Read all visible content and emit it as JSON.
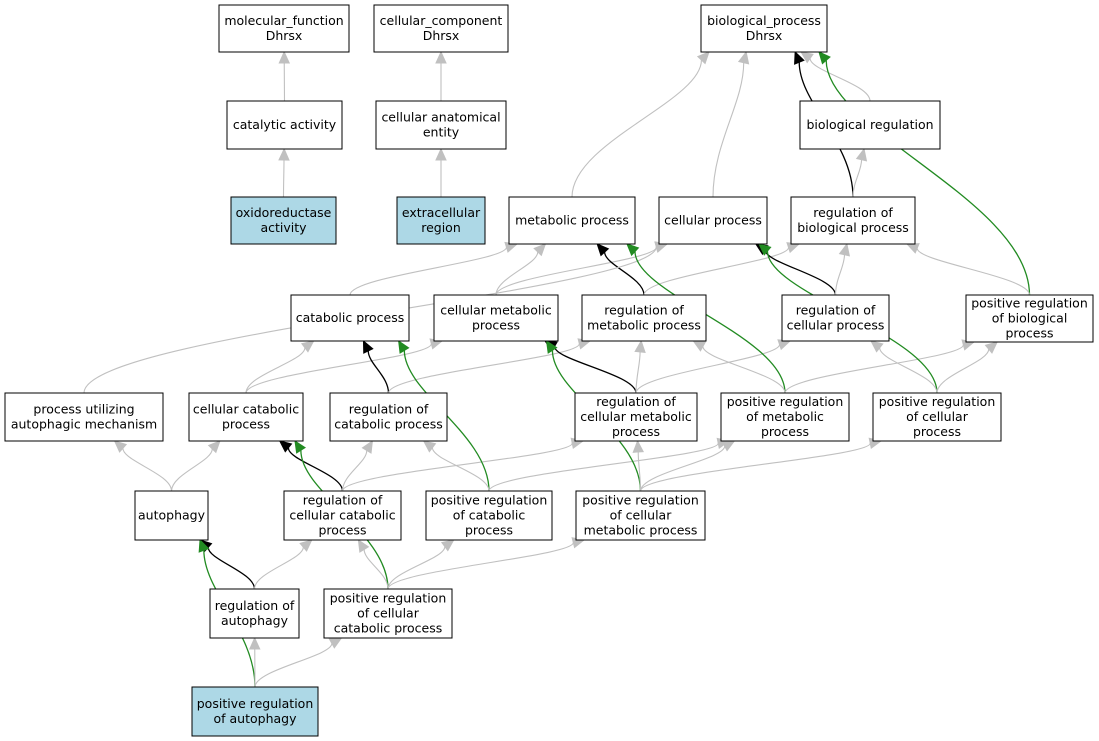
{
  "colors": {
    "default_fill": "#ffffff",
    "highlight_fill": "#add8e6",
    "edge_gray": "#c0c0c0",
    "edge_black": "#000000",
    "edge_green": "#228b22"
  },
  "nodes": [
    {
      "id": "mf",
      "lines": [
        "molecular_function",
        "Dhrsx"
      ],
      "highlight": false
    },
    {
      "id": "cc",
      "lines": [
        "cellular_component",
        "Dhrsx"
      ],
      "highlight": false
    },
    {
      "id": "bp",
      "lines": [
        "biological_process",
        "Dhrsx"
      ],
      "highlight": false
    },
    {
      "id": "cat",
      "lines": [
        "catalytic activity"
      ],
      "highlight": false
    },
    {
      "id": "cae",
      "lines": [
        "cellular anatomical",
        "entity"
      ],
      "highlight": false
    },
    {
      "id": "br",
      "lines": [
        "biological regulation"
      ],
      "highlight": false
    },
    {
      "id": "oxr",
      "lines": [
        "oxidoreductase",
        "activity"
      ],
      "highlight": true
    },
    {
      "id": "exr",
      "lines": [
        "extracellular",
        "region"
      ],
      "highlight": true
    },
    {
      "id": "mp",
      "lines": [
        "metabolic process"
      ],
      "highlight": false
    },
    {
      "id": "cp",
      "lines": [
        "cellular process"
      ],
      "highlight": false
    },
    {
      "id": "rbp",
      "lines": [
        "regulation of",
        "biological process"
      ],
      "highlight": false
    },
    {
      "id": "catp",
      "lines": [
        "catabolic process"
      ],
      "highlight": false
    },
    {
      "id": "cmp",
      "lines": [
        "cellular metabolic",
        "process"
      ],
      "highlight": false
    },
    {
      "id": "rmp",
      "lines": [
        "regulation of",
        "metabolic process"
      ],
      "highlight": false
    },
    {
      "id": "rcp",
      "lines": [
        "regulation of",
        "cellular process"
      ],
      "highlight": false
    },
    {
      "id": "prbp",
      "lines": [
        "positive regulation",
        "of biological",
        "process"
      ],
      "highlight": false
    },
    {
      "id": "puam",
      "lines": [
        "process utilizing",
        "autophagic mechanism"
      ],
      "highlight": false
    },
    {
      "id": "ccatp",
      "lines": [
        "cellular catabolic",
        "process"
      ],
      "highlight": false
    },
    {
      "id": "rcatp",
      "lines": [
        "regulation of",
        "catabolic process"
      ],
      "highlight": false
    },
    {
      "id": "rcmp",
      "lines": [
        "regulation of",
        "cellular metabolic",
        "process"
      ],
      "highlight": false
    },
    {
      "id": "prmp",
      "lines": [
        "positive regulation",
        "of metabolic",
        "process"
      ],
      "highlight": false
    },
    {
      "id": "prcp",
      "lines": [
        "positive regulation",
        "of cellular",
        "process"
      ],
      "highlight": false
    },
    {
      "id": "auto",
      "lines": [
        "autophagy"
      ],
      "highlight": false
    },
    {
      "id": "rccatp",
      "lines": [
        "regulation of",
        "cellular catabolic",
        "process"
      ],
      "highlight": false
    },
    {
      "id": "prcatp",
      "lines": [
        "positive regulation",
        "of catabolic",
        "process"
      ],
      "highlight": false
    },
    {
      "id": "prcmp",
      "lines": [
        "positive regulation",
        "of cellular",
        "metabolic process"
      ],
      "highlight": false
    },
    {
      "id": "rauto",
      "lines": [
        "regulation of",
        "autophagy"
      ],
      "highlight": false
    },
    {
      "id": "prccatp",
      "lines": [
        "positive regulation",
        "of cellular",
        "catabolic process"
      ],
      "highlight": false
    },
    {
      "id": "prauto",
      "lines": [
        "positive regulation",
        "of autophagy"
      ],
      "highlight": true
    }
  ],
  "edges": [
    {
      "from": "cat",
      "to": "mf",
      "type": "is_a"
    },
    {
      "from": "oxr",
      "to": "cat",
      "type": "is_a"
    },
    {
      "from": "cae",
      "to": "cc",
      "type": "is_a"
    },
    {
      "from": "exr",
      "to": "cae",
      "type": "is_a"
    },
    {
      "from": "br",
      "to": "bp",
      "type": "is_a"
    },
    {
      "from": "mp",
      "to": "bp",
      "type": "is_a"
    },
    {
      "from": "cp",
      "to": "bp",
      "type": "is_a"
    },
    {
      "from": "rbp",
      "to": "bp",
      "type": "regulates"
    },
    {
      "from": "prbp",
      "to": "bp",
      "type": "positively_regulates"
    },
    {
      "from": "rbp",
      "to": "br",
      "type": "is_a"
    },
    {
      "from": "catp",
      "to": "mp",
      "type": "is_a"
    },
    {
      "from": "cmp",
      "to": "mp",
      "type": "is_a"
    },
    {
      "from": "cmp",
      "to": "cp",
      "type": "is_a"
    },
    {
      "from": "rmp",
      "to": "mp",
      "type": "regulates"
    },
    {
      "from": "rmp",
      "to": "rbp",
      "type": "is_a"
    },
    {
      "from": "rcp",
      "to": "cp",
      "type": "regulates"
    },
    {
      "from": "rcp",
      "to": "rbp",
      "type": "is_a"
    },
    {
      "from": "prbp",
      "to": "rbp",
      "type": "is_a"
    },
    {
      "from": "puam",
      "to": "cp",
      "type": "is_a"
    },
    {
      "from": "ccatp",
      "to": "catp",
      "type": "is_a"
    },
    {
      "from": "ccatp",
      "to": "cmp",
      "type": "is_a"
    },
    {
      "from": "rcatp",
      "to": "catp",
      "type": "regulates"
    },
    {
      "from": "rcatp",
      "to": "rmp",
      "type": "is_a"
    },
    {
      "from": "rcmp",
      "to": "cmp",
      "type": "regulates"
    },
    {
      "from": "rcmp",
      "to": "rmp",
      "type": "is_a"
    },
    {
      "from": "rcmp",
      "to": "rcp",
      "type": "is_a"
    },
    {
      "from": "prmp",
      "to": "mp",
      "type": "positively_regulates"
    },
    {
      "from": "prmp",
      "to": "rmp",
      "type": "is_a"
    },
    {
      "from": "prmp",
      "to": "prbp",
      "type": "is_a"
    },
    {
      "from": "prcp",
      "to": "cp",
      "type": "positively_regulates"
    },
    {
      "from": "prcp",
      "to": "rcp",
      "type": "is_a"
    },
    {
      "from": "prcp",
      "to": "prbp",
      "type": "is_a"
    },
    {
      "from": "auto",
      "to": "puam",
      "type": "is_a"
    },
    {
      "from": "auto",
      "to": "ccatp",
      "type": "is_a"
    },
    {
      "from": "rccatp",
      "to": "ccatp",
      "type": "regulates"
    },
    {
      "from": "rccatp",
      "to": "rcatp",
      "type": "is_a"
    },
    {
      "from": "rccatp",
      "to": "rcmp",
      "type": "is_a"
    },
    {
      "from": "prcatp",
      "to": "catp",
      "type": "positively_regulates"
    },
    {
      "from": "prcatp",
      "to": "rcatp",
      "type": "is_a"
    },
    {
      "from": "prcatp",
      "to": "prmp",
      "type": "is_a"
    },
    {
      "from": "prcmp",
      "to": "cmp",
      "type": "positively_regulates"
    },
    {
      "from": "prcmp",
      "to": "rcmp",
      "type": "is_a"
    },
    {
      "from": "prcmp",
      "to": "prmp",
      "type": "is_a"
    },
    {
      "from": "prcmp",
      "to": "prcp",
      "type": "is_a"
    },
    {
      "from": "rauto",
      "to": "auto",
      "type": "regulates"
    },
    {
      "from": "rauto",
      "to": "rccatp",
      "type": "is_a"
    },
    {
      "from": "prccatp",
      "to": "ccatp",
      "type": "positively_regulates"
    },
    {
      "from": "prccatp",
      "to": "rccatp",
      "type": "is_a"
    },
    {
      "from": "prccatp",
      "to": "prcatp",
      "type": "is_a"
    },
    {
      "from": "prccatp",
      "to": "prcmp",
      "type": "is_a"
    },
    {
      "from": "prauto",
      "to": "auto",
      "type": "positively_regulates"
    },
    {
      "from": "prauto",
      "to": "rauto",
      "type": "is_a"
    },
    {
      "from": "prauto",
      "to": "prccatp",
      "type": "is_a"
    }
  ]
}
